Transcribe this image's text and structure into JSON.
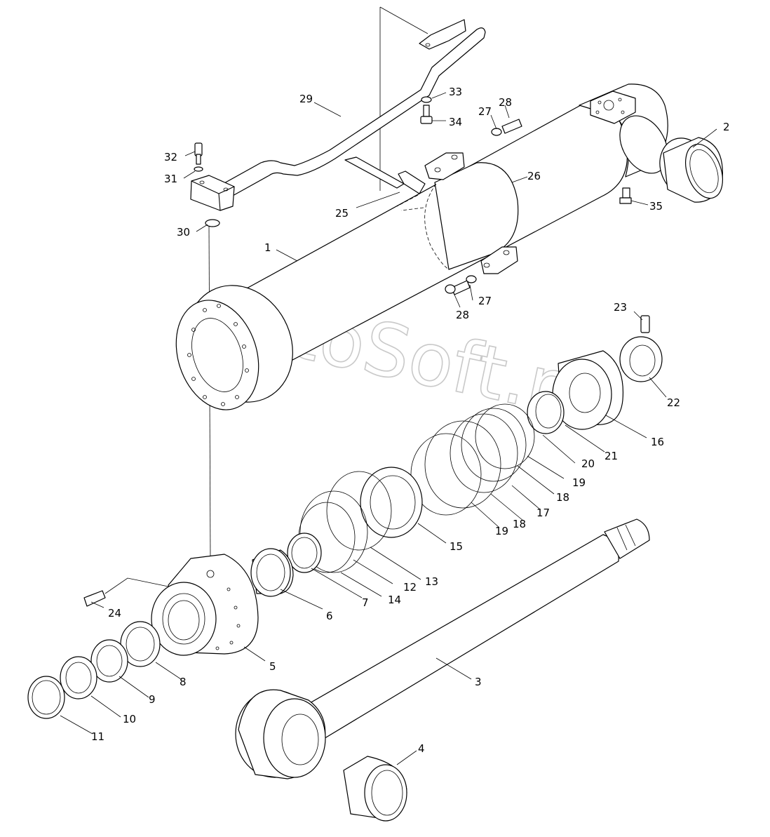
{
  "watermark": "AutoSoft.ru",
  "callouts": [
    {
      "id": "1",
      "text": "1"
    },
    {
      "id": "2",
      "text": "2"
    },
    {
      "id": "3",
      "text": "3"
    },
    {
      "id": "4",
      "text": "4"
    },
    {
      "id": "5",
      "text": "5"
    },
    {
      "id": "6",
      "text": "6"
    },
    {
      "id": "7",
      "text": "7"
    },
    {
      "id": "8",
      "text": "8"
    },
    {
      "id": "9",
      "text": "9"
    },
    {
      "id": "10",
      "text": "10"
    },
    {
      "id": "11",
      "text": "11"
    },
    {
      "id": "12",
      "text": "12"
    },
    {
      "id": "13",
      "text": "13"
    },
    {
      "id": "14",
      "text": "14"
    },
    {
      "id": "15",
      "text": "15"
    },
    {
      "id": "16",
      "text": "16"
    },
    {
      "id": "17",
      "text": "17"
    },
    {
      "id": "18a",
      "text": "18"
    },
    {
      "id": "18b",
      "text": "18"
    },
    {
      "id": "19a",
      "text": "19"
    },
    {
      "id": "19b",
      "text": "19"
    },
    {
      "id": "20",
      "text": "20"
    },
    {
      "id": "21",
      "text": "21"
    },
    {
      "id": "22",
      "text": "22"
    },
    {
      "id": "23",
      "text": "23"
    },
    {
      "id": "24",
      "text": "24"
    },
    {
      "id": "25",
      "text": "25"
    },
    {
      "id": "26",
      "text": "26"
    },
    {
      "id": "27a",
      "text": "27"
    },
    {
      "id": "27b",
      "text": "27"
    },
    {
      "id": "28a",
      "text": "28"
    },
    {
      "id": "28b",
      "text": "28"
    },
    {
      "id": "29",
      "text": "29"
    },
    {
      "id": "30",
      "text": "30"
    },
    {
      "id": "31",
      "text": "31"
    },
    {
      "id": "32",
      "text": "32"
    },
    {
      "id": "33",
      "text": "33"
    },
    {
      "id": "34",
      "text": "34"
    },
    {
      "id": "35",
      "text": "35"
    }
  ]
}
